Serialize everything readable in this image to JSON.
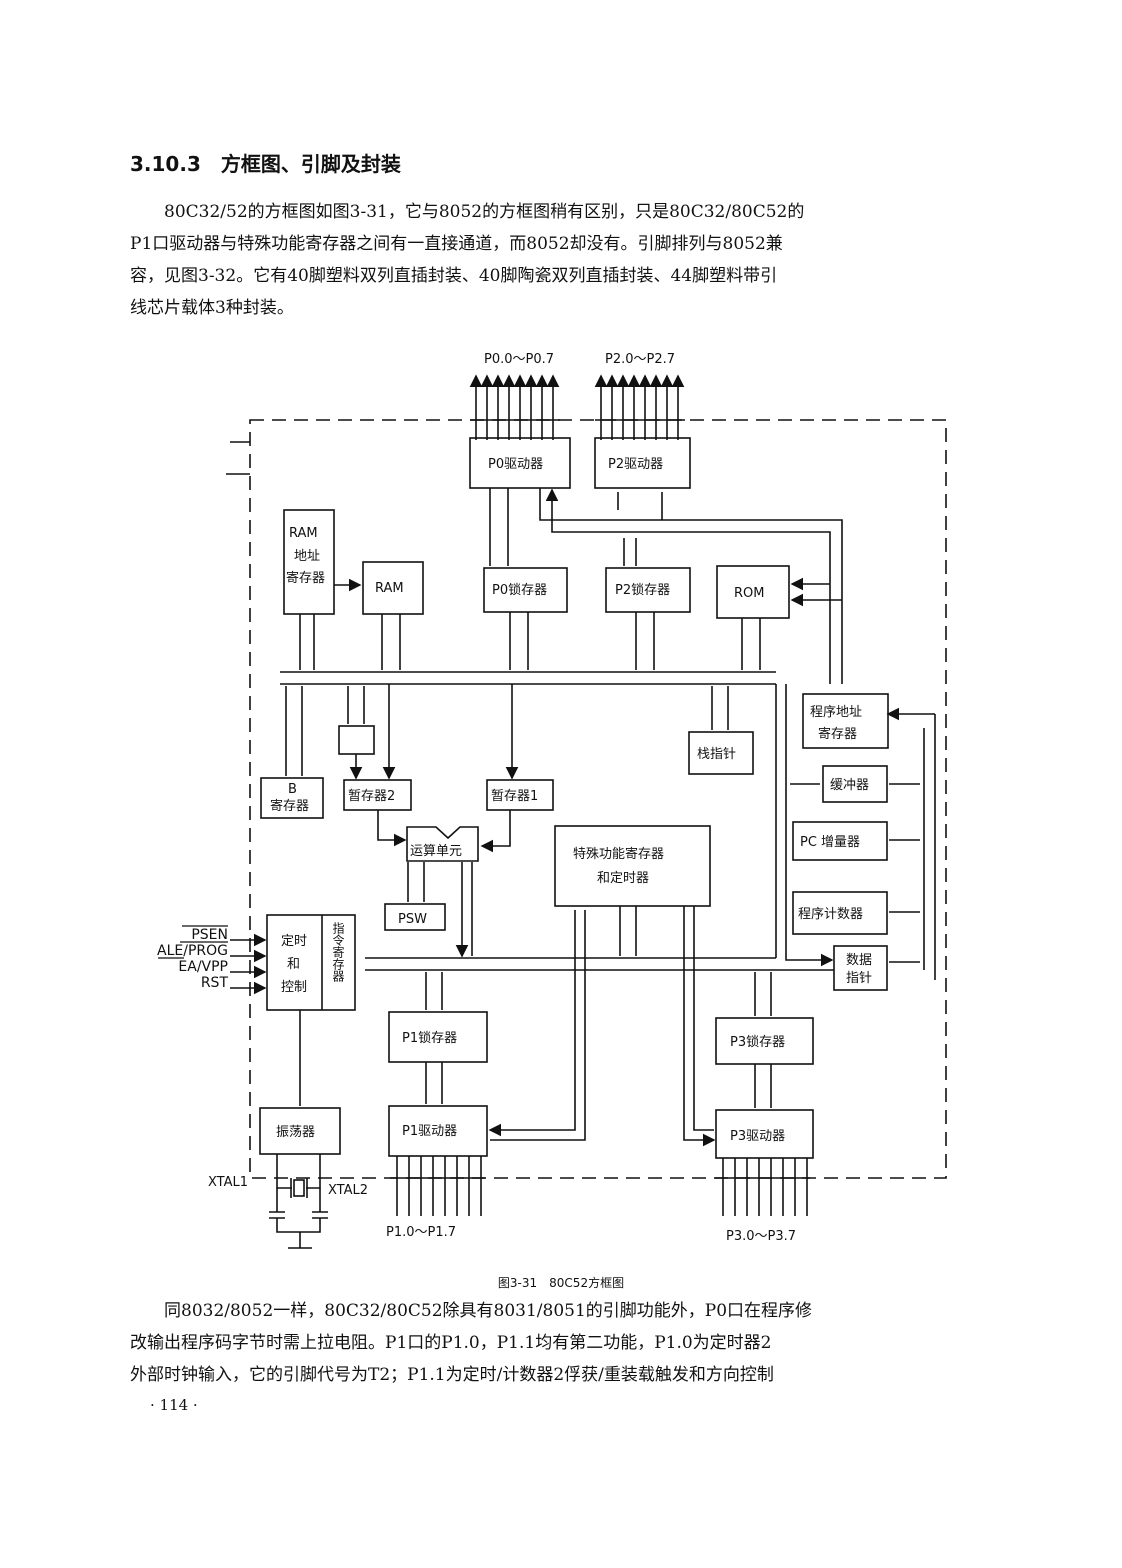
{
  "heading": "3.10.3　方框图、引脚及封装",
  "para1": [
    "　　80C32/52的方框图如图3-31，它与8052的方框图稍有区别，只是80C32/80C52的",
    "P1口驱动器与特殊功能寄存器之间有一直接通道，而8052却没有。引脚排列与8052兼",
    "容，见图3-32。它有40脚塑料双列直插封装、40脚陶瓷双列直插封装、44脚塑料带引",
    "线芯片载体3种封装。"
  ],
  "diagram": {
    "top_label_p0": "P0.0～P0.7",
    "top_label_p2": "P2.0～P2.7",
    "p0_driver": "P0驱动器",
    "p2_driver": "P2驱动器",
    "ram_addr": [
      "RAM",
      "地址",
      "寄存器"
    ],
    "ram": "RAM",
    "p0_latch": "P0锁存器",
    "p2_latch": "P2锁存器",
    "rom": "ROM",
    "prog_addr_reg": [
      "程序地址",
      "寄存器"
    ],
    "stack_pointer": "栈指针",
    "b_reg": [
      "B",
      "寄存器"
    ],
    "temp2": "暂存器2",
    "temp1": "暂存器1",
    "buffer": "缓冲器",
    "pc_incr": "PC 增量器",
    "alu": "运算单元",
    "sfr": [
      "特殊功能寄存器",
      "和定时器"
    ],
    "prog_counter": "程序计数器",
    "psw": "PSW",
    "timing_ctrl": [
      "定时",
      "和",
      "控制"
    ],
    "instr_reg": "指令寄存器",
    "dptr": [
      "数据",
      "指针"
    ],
    "pins": [
      "PSEN",
      "ALE/PROG",
      "EA/VPP",
      "RST"
    ],
    "p1_latch": "P1锁存器",
    "p3_latch": "P3锁存器",
    "oscillator": "振荡器",
    "p1_driver": "P1驱动器",
    "p3_driver": "P3驱动器",
    "xtal1": "XTAL1",
    "xtal2": "XTAL2",
    "bottom_label_p1": "P1.0～P1.7",
    "bottom_label_p3": "P3.0～P3.7"
  },
  "caption": "图3-31　80C52方框图",
  "para2": [
    "　　同8032/8052一样，80C32/80C52除具有8031/8051的引脚功能外，P0口在程序修",
    "改输出程序码字节时需上拉电阻。P1口的P1.0，P1.1均有第二功能，P1.0为定时器2",
    "外部时钟输入，它的引脚代号为T2；P1.1为定时/计数器2俘获/重装载触发和方向控制"
  ],
  "page_number": "· 114 ·"
}
